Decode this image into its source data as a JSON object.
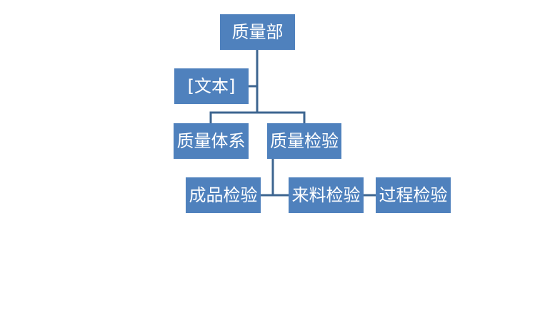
{
  "diagram": {
    "root": {
      "label": "质量部"
    },
    "assistant": {
      "label": "[文本]"
    },
    "level2": [
      {
        "label": "质量体系"
      },
      {
        "label": "质量检验"
      }
    ],
    "inspection_children": [
      {
        "label": "成品检验"
      },
      {
        "label": "来料检验"
      },
      {
        "label": "过程检验"
      }
    ]
  },
  "colors": {
    "node_fill": "#4f81bd",
    "node_text": "#ffffff",
    "connector": "#3d6590"
  }
}
